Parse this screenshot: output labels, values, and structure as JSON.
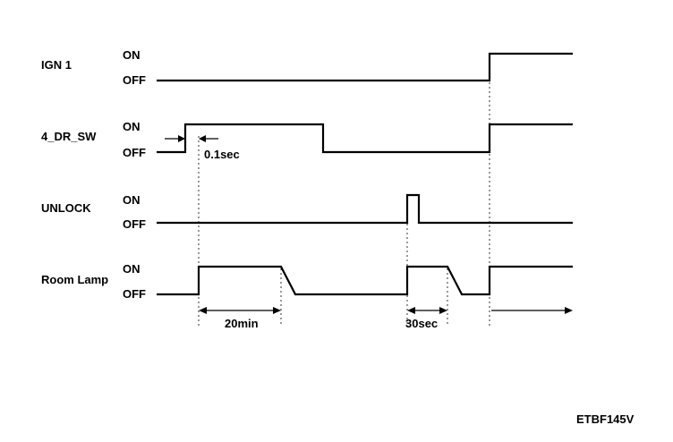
{
  "figure_code": "ETBF145V",
  "signals": [
    {
      "name": "IGN 1",
      "on_label": "ON",
      "off_label": "OFF"
    },
    {
      "name": "4_DR_SW",
      "on_label": "ON",
      "off_label": "OFF"
    },
    {
      "name": "UNLOCK",
      "on_label": "ON",
      "off_label": "OFF"
    },
    {
      "name": "Room Lamp",
      "on_label": "ON",
      "off_label": "OFF"
    }
  ],
  "annotations": {
    "switch_delay": "0.1sec",
    "lamp_timeout_door": "20min",
    "lamp_timeout_unlock": "30sec"
  }
}
